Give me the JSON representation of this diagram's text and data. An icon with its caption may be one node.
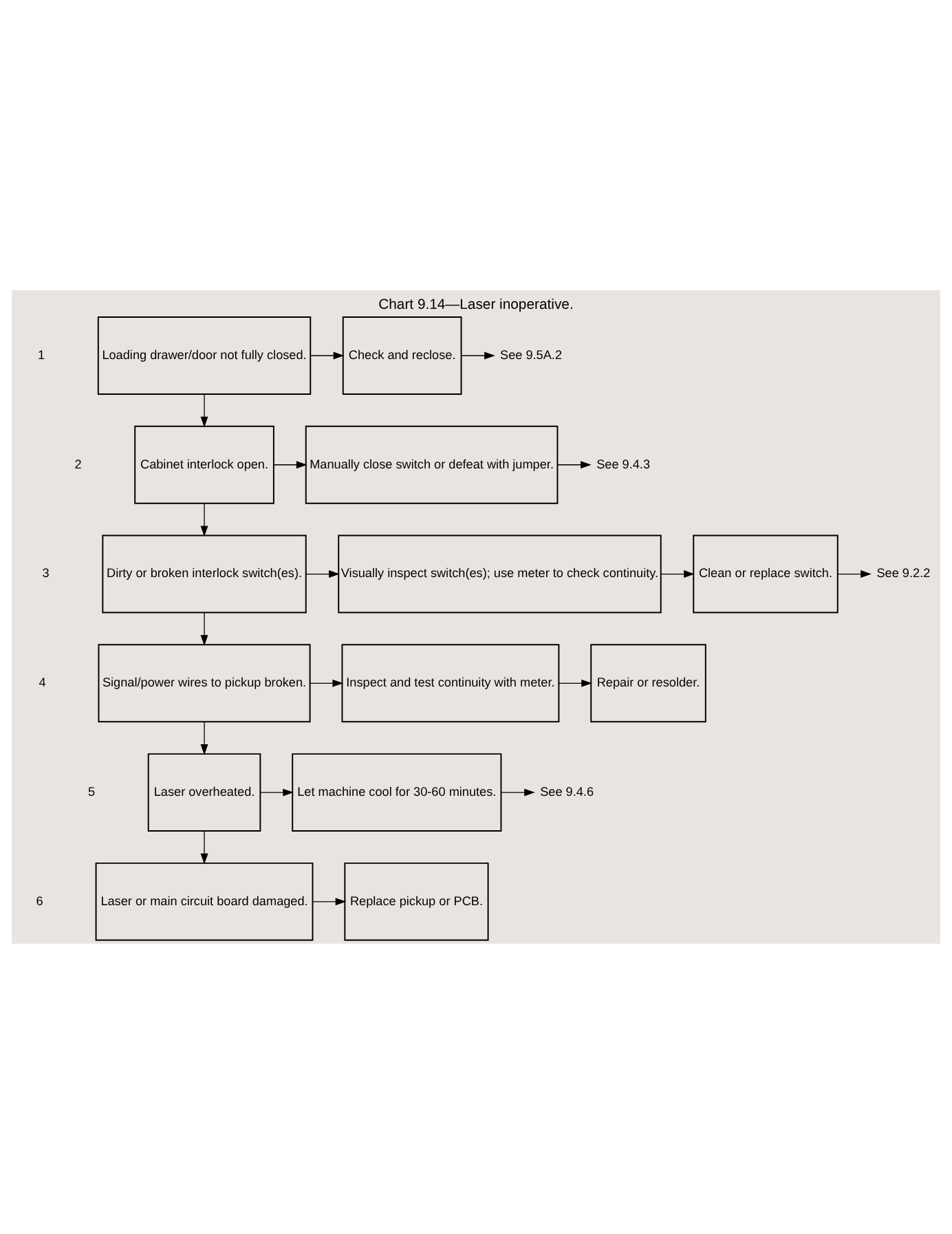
{
  "diagram": {
    "title": "Chart 9.14—Laser inoperative.",
    "nodes": [
      {
        "text": [
          "Loading drawer/door not fully closed."
        ]
      },
      {
        "text": [
          "Check and reclose."
        ]
      },
      {
        "text": [
          "See 9.5A.2"
        ]
      },
      {
        "text": [
          "Cabinet interlock open."
        ]
      },
      {
        "text": [
          "Manually close switch or defeat with jumper."
        ]
      },
      {
        "text": [
          "See 9.4.3"
        ]
      },
      {
        "text": [
          "Dirty or broken interlock switch(es)."
        ]
      },
      {
        "text": [
          "Visually inspect switch(es); use meter to check continuity."
        ]
      },
      {
        "text": [
          "Clean or replace switch."
        ]
      },
      {
        "text": [
          "See 9.2.2"
        ]
      },
      {
        "text": [
          "Signal/power wires to pickup broken."
        ]
      },
      {
        "text": [
          "Inspect and test continuity with meter."
        ]
      },
      {
        "text": [
          "Repair or resolder."
        ]
      },
      {
        "text": [
          "Laser overheated."
        ]
      },
      {
        "text": [
          "Let machine cool for 30-60 minutes."
        ]
      },
      {
        "text": [
          "See 9.4.6"
        ]
      },
      {
        "text": [
          "Laser or main circuit board damaged."
        ]
      },
      {
        "text": [
          "Replace pickup or PCB."
        ]
      }
    ],
    "edges": [
      {
        "from": 0,
        "to": 1,
        "arrow": "to"
      },
      {
        "from": 1,
        "to": 2,
        "arrow": "to"
      },
      {
        "from": 0,
        "to": 3,
        "arrow": "to"
      },
      {
        "from": 3,
        "to": 4,
        "arrow": "to"
      },
      {
        "from": 4,
        "to": 5,
        "arrow": "to"
      },
      {
        "from": 3,
        "to": 6,
        "arrow": "to"
      },
      {
        "from": 6,
        "to": 7,
        "arrow": "to"
      },
      {
        "from": 7,
        "to": 8,
        "arrow": "to"
      },
      {
        "from": 8,
        "to": 9,
        "arrow": "to"
      },
      {
        "from": 6,
        "to": 10,
        "arrow": "to"
      },
      {
        "from": 10,
        "to": 11,
        "arrow": "to"
      },
      {
        "from": 11,
        "to": 12,
        "arrow": "to"
      },
      {
        "from": 10,
        "to": 13,
        "arrow": "to"
      },
      {
        "from": 13,
        "to": 14,
        "arrow": "to"
      },
      {
        "from": 14,
        "to": 15,
        "arrow": "to"
      },
      {
        "from": 13,
        "to": 16,
        "arrow": "to"
      },
      {
        "from": 16,
        "to": 17,
        "arrow": "to"
      }
    ],
    "labels": [
      "1",
      "2",
      "3",
      "4",
      "5",
      "6"
    ]
  }
}
